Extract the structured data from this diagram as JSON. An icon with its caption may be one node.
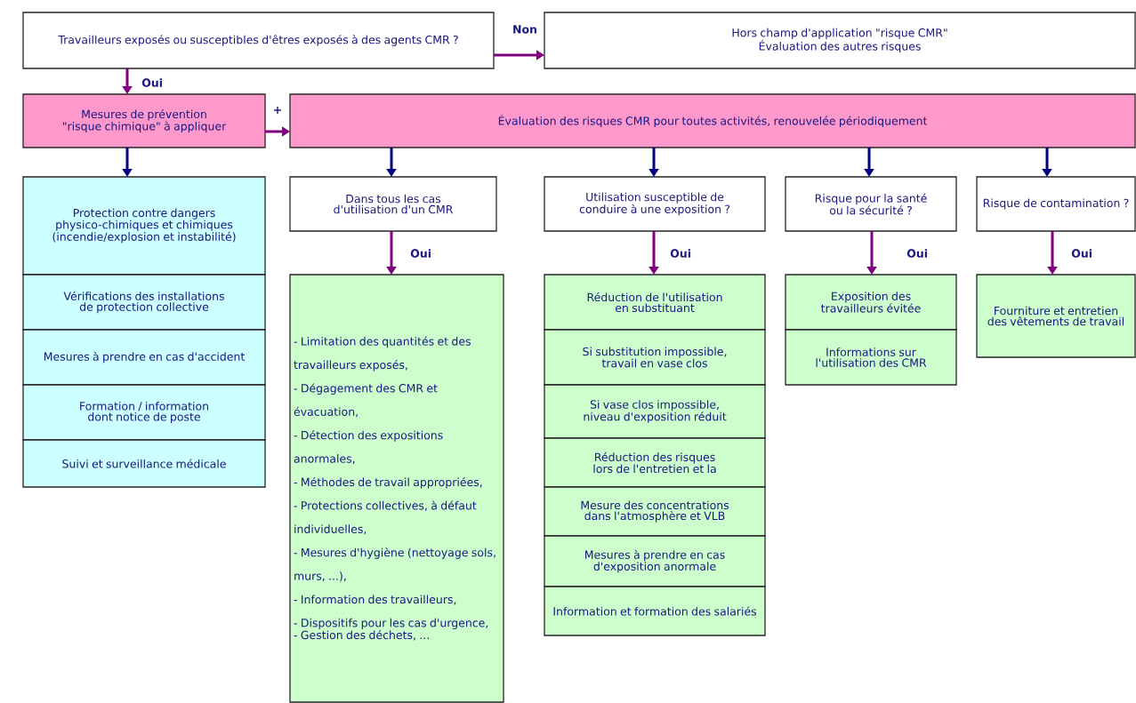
{
  "diagram": {
    "nodes": [
      {
        "text": [
          "Travailleurs exposés ou susceptibles d'êtres exposés à des agents CMR ?"
        ]
      },
      {
        "text": [
          "Hors champ d'application \"risque CMR\"",
          "Évaluation des autres risques"
        ]
      },
      {
        "text": [
          "Mesures de prévention \"risque chimique\" à appliquer"
        ]
      },
      {
        "text": [
          "Évaluation des risques CMR pour toutes activités, renouvelée périodiquement"
        ]
      },
      {
        "text": [
          "Protection contre dangers physico-chimiques et chimiques (incendie/explosion et instabilité)"
        ]
      },
      {
        "text": [
          "Vérifications des installations de protection collective"
        ]
      },
      {
        "text": [
          "Mesures à prendre en cas d'accident"
        ]
      },
      {
        "text": [
          "Formation / information dont notice de poste"
        ]
      },
      {
        "text": [
          "Suivi et surveillance médicale"
        ]
      },
      {
        "text": [
          "Dans tous les cas d'utilisation d'un CMR"
        ]
      },
      {
        "text": [
          "Utilisation susceptible de conduire à une exposition ?"
        ]
      },
      {
        "text": [
          "Risque pour la santé ou la sécurité ?"
        ]
      },
      {
        "text": [
          "Risque de contamination ?"
        ]
      },
      {
        "text": [
          "- Limitation des quantités et des travailleurs exposés,",
          "- Dégagement des CMR et évacuation,",
          "- Détection des expositions anormales,",
          "- Méthodes de travail appropriées,",
          "- Protections collectives, à défaut individuelles,",
          "- Mesures d'hygiène (nettoyage sols, murs, ...),",
          "- Information des travailleurs,",
          "- Dispositifs pour les cas d'urgence,",
          "- Gestion des déchets, ..."
        ]
      },
      {
        "text": [
          "Réduction de l'utilisation en substituant"
        ]
      },
      {
        "text": [
          "Si substitution impossible, travail en vase clos"
        ]
      },
      {
        "text": [
          "Si vase clos impossible, niveau d'exposition réduit"
        ]
      },
      {
        "text": [
          "Réduction des risques lors de l'entretien et la"
        ]
      },
      {
        "text": [
          "Mesure des concentrations dans l'atmosphère et VLB"
        ]
      },
      {
        "text": [
          "Mesures à prendre en cas d'exposition anormale"
        ]
      },
      {
        "text": [
          "Information et formation des salariés"
        ]
      },
      {
        "text": [
          "Exposition des travailleurs évitée"
        ]
      },
      {
        "text": [
          "Informations sur l'utilisation des CMR"
        ]
      },
      {
        "text": [
          "Fourniture et entretien des vêtements de travail"
        ]
      }
    ],
    "edges": [
      {
        "from": 0,
        "to": 1,
        "arrow": "to",
        "label": "Non"
      },
      {
        "from": 0,
        "to": 2,
        "arrow": "to",
        "label": "Oui"
      },
      {
        "from": 2,
        "to": 3,
        "arrow": "to",
        "label": "+"
      },
      {
        "from": 2,
        "to": 4,
        "arrow": "to",
        "color": "#000080"
      },
      {
        "from": 3,
        "to": 9,
        "arrow": "to",
        "color": "#000080"
      },
      {
        "from": 3,
        "to": 10,
        "arrow": "to",
        "color": "#000080"
      },
      {
        "from": 3,
        "to": 11,
        "arrow": "to",
        "color": "#000080"
      },
      {
        "from": 3,
        "to": 12,
        "arrow": "to",
        "color": "#000080"
      },
      {
        "from": 9,
        "to": 13,
        "arrow": "to",
        "label": "Oui"
      },
      {
        "from": 10,
        "to": 14,
        "arrow": "to",
        "label": "Oui"
      },
      {
        "from": 11,
        "to": 21,
        "arrow": "to",
        "label": "Oui"
      },
      {
        "from": 12,
        "to": 23,
        "arrow": "to",
        "label": "Oui"
      }
    ]
  }
}
